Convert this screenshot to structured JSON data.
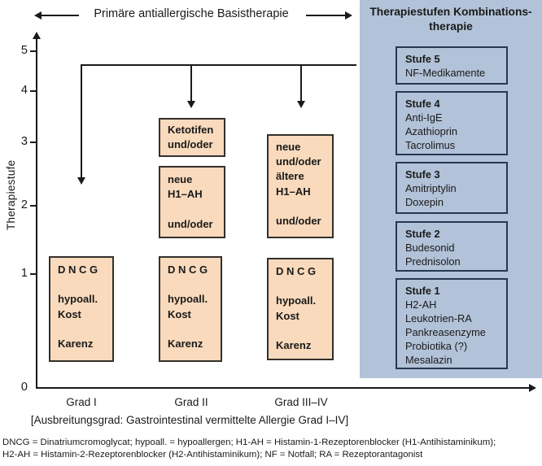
{
  "figure": {
    "top_banner": {
      "label": "Primäre antiallergische Basistherapie"
    },
    "y_axis": {
      "title": "Therapiestufe",
      "ticks": [
        "5",
        "4",
        "3",
        "2",
        "1"
      ],
      "origin": "0"
    },
    "x_axis": {
      "labels": [
        "Grad I",
        "Grad II",
        "Grad III–IV"
      ],
      "caption": "[Ausbreitungsgrad: Gastrointestinal vermittelte Allergie Grad I–IV]"
    },
    "therapy_boxes": {
      "grad1_base": {
        "lines": [
          "D N C G",
          "",
          "hypoall.",
          "Kost",
          "",
          "Karenz"
        ]
      },
      "grad2_ketotifen": {
        "lines": [
          "Ketotifen",
          "und/oder"
        ]
      },
      "grad2_h1": {
        "lines": [
          "neue",
          "H1–AH",
          "",
          "und/oder"
        ]
      },
      "grad2_base": {
        "lines": [
          "D N C G",
          "",
          "hypoall.",
          "Kost",
          "",
          "Karenz"
        ]
      },
      "grad3_h1": {
        "lines": [
          "neue",
          "und/oder",
          "ältere",
          "H1–AH",
          "",
          "und/oder"
        ]
      },
      "grad3_base": {
        "lines": [
          "D N C G",
          "",
          "hypoall.",
          "Kost",
          "",
          "Karenz"
        ]
      }
    },
    "side_panel": {
      "title_line1": "Therapiestufen Kombinations-",
      "title_line2": "therapie",
      "stufen": [
        {
          "label": "Stufe 5",
          "items": [
            "NF-Medikamente"
          ]
        },
        {
          "label": "Stufe 4",
          "items": [
            "Anti-IgE",
            "Azathioprin",
            "Tacrolimus"
          ]
        },
        {
          "label": "Stufe 3",
          "items": [
            "Amitriptylin",
            "Doxepin"
          ]
        },
        {
          "label": "Stufe 2",
          "items": [
            "Budesonid",
            "Prednisolon"
          ]
        },
        {
          "label": "Stufe 1",
          "items": [
            "H2-AH",
            "Leukotrien-RA",
            "Pankreasenzyme",
            "Probiotika (?)",
            "Mesalazin"
          ]
        }
      ]
    },
    "footnotes": {
      "line1": "DNCG = Dinatriumcromoglycat; hypoall. = hypoallergen; H1-AH = Histamin-1-Rezeptorenblocker (H1-Antihistaminikum);",
      "line2": "H2-AH = Histamin-2-Rezeptorenblocker (H2-Antihistaminikum); NF = Notfall; RA = Rezeptorantagonist"
    },
    "colors": {
      "panel_blue": "#b2c2d8",
      "panel_box_border": "#26374f",
      "therapy_box_fill": "#f9dabc",
      "therapy_box_border": "#33302b",
      "line_color": "#1a1a1a"
    }
  }
}
